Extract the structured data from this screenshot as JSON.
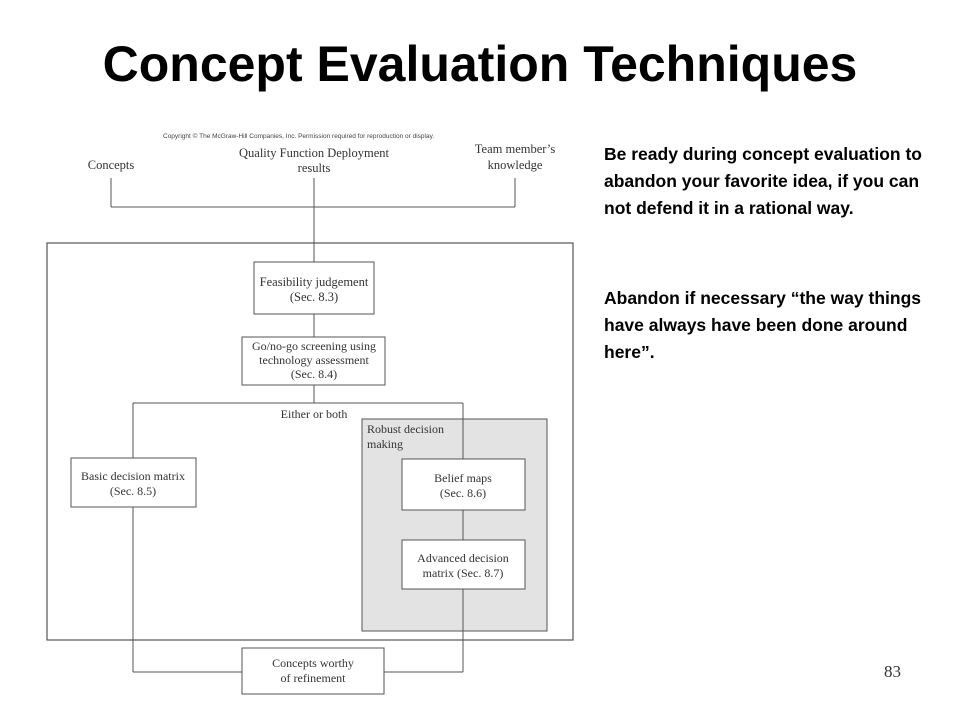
{
  "slide": {
    "title": "Concept Evaluation Techniques",
    "paragraph_1": "Be ready during concept evaluation to abandon your favorite idea, if you can not defend it in a rational way.",
    "paragraph_2": "Abandon if necessary “the way things have always have been done around here”.",
    "page_number": "83"
  },
  "diagram": {
    "copyright": "Copyright © The McGraw-Hill Companies, Inc. Permission required for reproduction or display.",
    "inputs": {
      "concepts": "Concepts",
      "qfd_line1": "Quality Function Deployment",
      "qfd_line2": "results",
      "team_line1": "Team member’s",
      "team_line2": "knowledge"
    },
    "feasibility": {
      "line1": "Feasibility judgement",
      "line2": "(Sec. 8.3)"
    },
    "gonogo": {
      "line1": "Go/no-go screening using",
      "line2": "technology assessment",
      "line3": "(Sec. 8.4)"
    },
    "either_or_both": "Either or both",
    "robust": {
      "line1": "Robust decision",
      "line2": "making"
    },
    "basic_matrix": {
      "line1": "Basic decision matrix",
      "line2": "(Sec. 8.5)"
    },
    "belief_maps": {
      "line1": "Belief maps",
      "line2": "(Sec. 8.6)"
    },
    "advanced_matrix": {
      "line1": "Advanced decision",
      "line2": "matrix (Sec. 8.7)"
    },
    "output": {
      "line1": "Concepts worthy",
      "line2": "of refinement"
    }
  },
  "colors": {
    "diagram_line": "#555555",
    "robust_panel_fill": "#e3e3e3"
  }
}
